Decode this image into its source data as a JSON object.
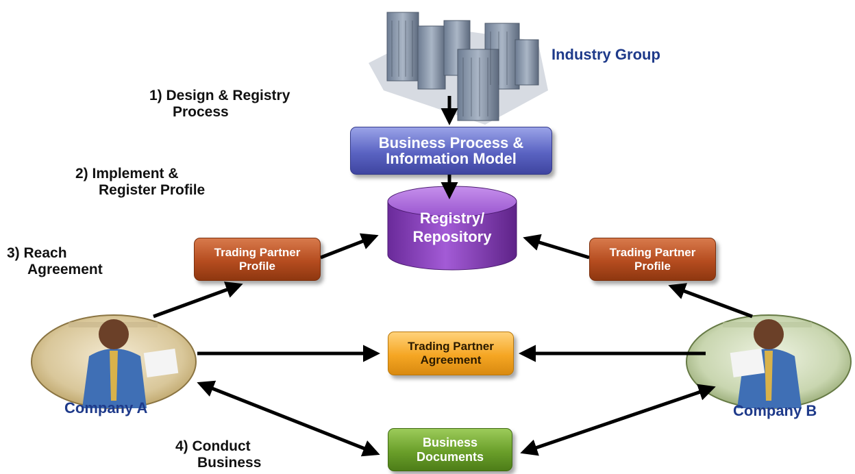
{
  "labels": {
    "industry_group": "Industry Group",
    "step1_line1": "1) Design & Registry",
    "step1_line2": "Process",
    "step2_line1": "2) Implement &",
    "step2_line2": "Register Profile",
    "step3_line1": "3) Reach",
    "step3_line2": "Agreement",
    "step4_line1": "4) Conduct",
    "step4_line2": "Business",
    "company_a": "Company A",
    "company_b": "Company B"
  },
  "boxes": {
    "business_process_line1": "Business Process &",
    "business_process_line2": "Information Model",
    "registry_line1": "Registry/",
    "registry_line2": "Repository",
    "tpp_left_line1": "Trading Partner",
    "tpp_left_line2": "Profile",
    "tpp_right_line1": "Trading Partner",
    "tpp_right_line2": "Profile",
    "tpa_line1": "Trading Partner",
    "tpa_line2": "Agreement",
    "business_docs_line1": "Business",
    "business_docs_line2": "Documents"
  },
  "colors": {
    "business_process": "#5a63c2",
    "registry": "#8d3fc4",
    "trading_partner_profile": "#b54c1f",
    "trading_partner_agreement": "#f5a623",
    "business_documents": "#6a9f2a",
    "company_label": "#1e3a8a"
  },
  "icons": {
    "industry": "office-buildings-icon",
    "company_a": "businessman-on-phone-photo",
    "company_b": "businessman-on-phone-photo"
  }
}
